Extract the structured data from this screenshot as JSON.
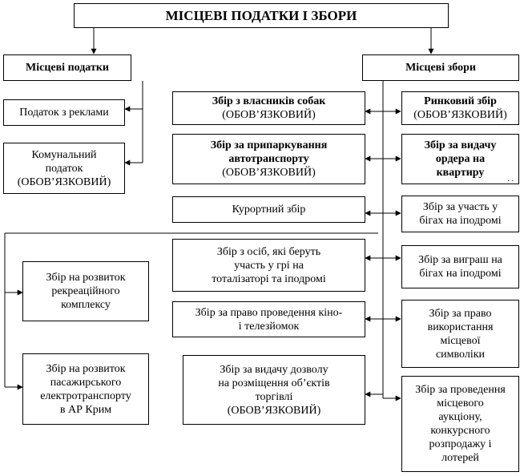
{
  "title": "МІСЦЕВІ ПОДАТКИ І ЗБОРИ",
  "taxes_header": "Місцеві податки",
  "fees_header": "Місцеві збори",
  "advertising_tax": "Податок з реклами",
  "communal_tax": {
    "l1": "Комунальний",
    "l2": "податок",
    "l3": "(ОБОВ’ЯЗКОВИЙ)"
  },
  "dog_owners_fee": {
    "l1": "Збір з власників собак",
    "l2": "(ОБОВ’ЯЗКОВИЙ)"
  },
  "parking_fee": {
    "l1": "Збір за припаркування",
    "l2": "автотранспорту",
    "l3": "(ОБОВ’ЯЗКОВИЙ)"
  },
  "resort_fee": "Курортний збір",
  "betting_fee": {
    "l1": "Збір з осіб, які беруть",
    "l2": "участь у грі на",
    "l3": "тоталізаторі та іподромі"
  },
  "filming_fee": {
    "l1": "Збір за право проведення кіно-",
    "l2": "і телезйомок"
  },
  "trade_permit_fee": {
    "l1": "Збір за видачу дозволу",
    "l2": "на розміщення об’єктів",
    "l3": "торгівлі",
    "l4": "(ОБОВ’ЯЗКОВИЙ)"
  },
  "market_fee": {
    "l1": "Ринковий збір",
    "l2": "(ОБОВ’ЯЗКОВИЙ)"
  },
  "apartment_warrant_fee": {
    "l1": "Збір за видачу",
    "l2": "ордера на",
    "l3": "квартиру",
    "mark": ". ."
  },
  "racing_participation_fee": {
    "l1": "Збір за участь у",
    "l2": "бігах на іподромі"
  },
  "racing_win_fee": {
    "l1": "Збір за виграш на",
    "l2": "бігах на іподромі"
  },
  "symbols_fee": {
    "l1": "Збір за право",
    "l2": "використання",
    "l3": "місцевої",
    "l4": "символіки"
  },
  "auction_fee": {
    "l1": "Збір за проведення",
    "l2": "місцевого",
    "l3": "аукціону,",
    "l4": "конкурсного",
    "l5": "розпродажу і",
    "l6": "лотерей"
  },
  "recreation_fee": {
    "l1": "Збір на розвиток",
    "l2": "рекреаційного",
    "l3": "комплексу"
  },
  "electrotransport_fee": {
    "l1": "Збір на розвиток",
    "l2": "пасажирського",
    "l3": "електротранспорту",
    "l4": "в АР Крим"
  }
}
